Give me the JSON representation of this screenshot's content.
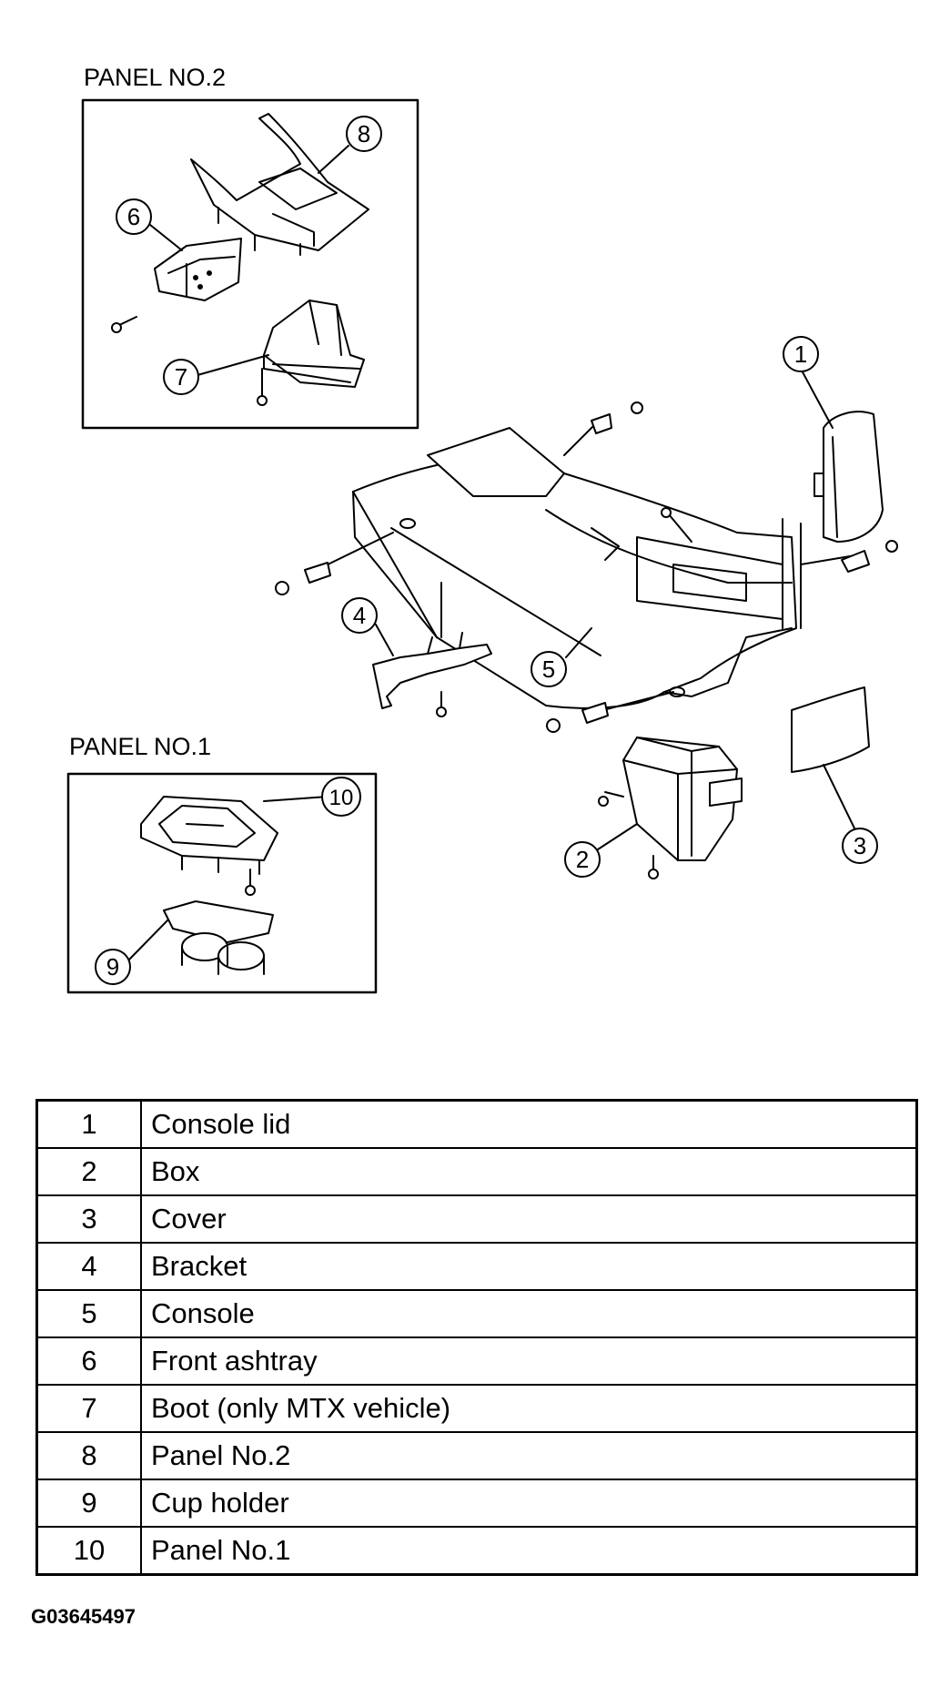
{
  "panel2": {
    "title": "PANEL NO.2"
  },
  "panel1": {
    "title": "PANEL NO.1"
  },
  "callouts": [
    "1",
    "2",
    "3",
    "4",
    "5",
    "6",
    "7",
    "8",
    "9",
    "10"
  ],
  "legend": [
    {
      "num": "1",
      "desc": "Console lid"
    },
    {
      "num": "2",
      "desc": "Box"
    },
    {
      "num": "3",
      "desc": "Cover"
    },
    {
      "num": "4",
      "desc": "Bracket"
    },
    {
      "num": "5",
      "desc": "Console"
    },
    {
      "num": "6",
      "desc": "Front ashtray"
    },
    {
      "num": "7",
      "desc": "Boot (only MTX vehicle)"
    },
    {
      "num": "8",
      "desc": "Panel No.2"
    },
    {
      "num": "9",
      "desc": "Cup holder"
    },
    {
      "num": "10",
      "desc": "Panel No.1"
    }
  ],
  "figure_code": "G03645497"
}
